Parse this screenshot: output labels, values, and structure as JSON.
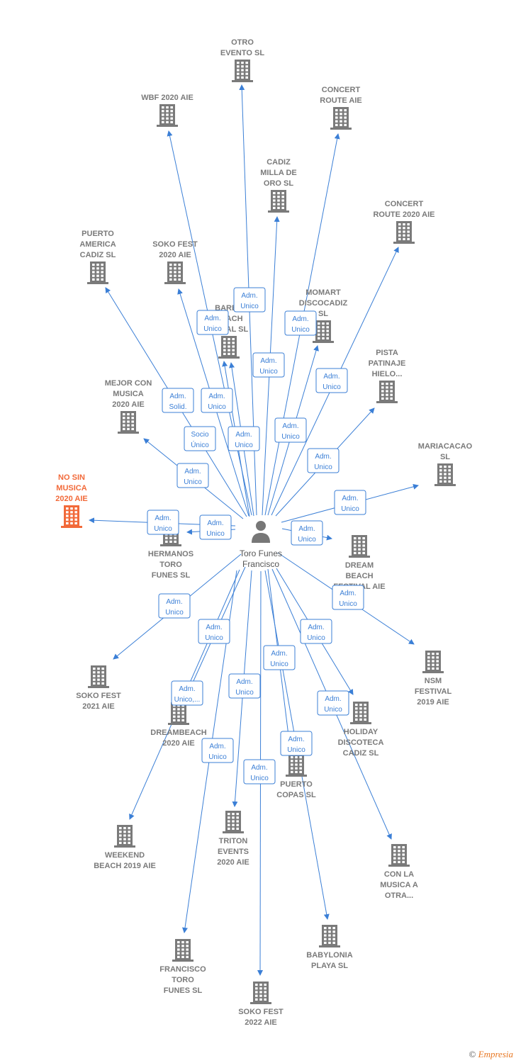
{
  "colors": {
    "edge": "#3b7fd6",
    "building": "#7a7a7a",
    "highlight": "#f26a3a",
    "person": "#777777"
  },
  "person": {
    "label": [
      "Toro Funes",
      "Francisco"
    ],
    "icon": "person-icon"
  },
  "companies": [
    {
      "id": "otro-evento",
      "label": [
        "OTRO",
        "EVENTO  SL"
      ]
    },
    {
      "id": "wbf-2020",
      "label": [
        "WBF 2020 AIE"
      ]
    },
    {
      "id": "concert-route",
      "label": [
        "CONCERT",
        "ROUTE  AIE"
      ]
    },
    {
      "id": "cadiz-milla",
      "label": [
        "CADIZ",
        "MILLA DE",
        "ORO  SL"
      ]
    },
    {
      "id": "concert-route-2020",
      "label": [
        "CONCERT",
        "ROUTE 2020 AIE"
      ]
    },
    {
      "id": "puerto-america",
      "label": [
        "PUERTO",
        "AMERICA",
        "CADIZ  SL"
      ]
    },
    {
      "id": "soko-fest-2020",
      "label": [
        "SOKO FEST",
        "2020  AIE"
      ]
    },
    {
      "id": "barbabeach",
      "label": [
        "BARBA",
        "BEACH",
        "ROYAL  SL"
      ]
    },
    {
      "id": "momart",
      "label": [
        "MOMART",
        "DISCOCADIZ",
        "SL"
      ]
    },
    {
      "id": "pista-patinaje",
      "label": [
        "PISTA",
        "PATINAJE",
        "HIELO..."
      ]
    },
    {
      "id": "mejor-con-musica",
      "label": [
        "MEJOR CON",
        "MUSICA",
        "2020  AIE"
      ]
    },
    {
      "id": "mariacacao",
      "label": [
        "MARIACACAO",
        "SL"
      ]
    },
    {
      "id": "no-sin-musica",
      "label": [
        "NO SIN",
        "MUSICA",
        "2020 AIE"
      ],
      "highlight": true
    },
    {
      "id": "hermanos-toro",
      "label": [
        "HERMANOS",
        "TORO",
        "FUNES  SL"
      ]
    },
    {
      "id": "dream-beach",
      "label": [
        "DREAM",
        "BEACH",
        "FESTIVAL AIE"
      ]
    },
    {
      "id": "soko-fest-2021",
      "label": [
        "SOKO FEST",
        "2021  AIE"
      ]
    },
    {
      "id": "nsm-festival",
      "label": [
        "NSM",
        "FESTIVAL",
        "2019 AIE"
      ]
    },
    {
      "id": "dreambeach-2020",
      "label": [
        "DREAMBEACH",
        "2020 AIE"
      ]
    },
    {
      "id": "holiday-discoteca",
      "label": [
        "HOLIDAY",
        "DISCOTECA",
        "CADIZ  SL"
      ]
    },
    {
      "id": "puerto-copas",
      "label": [
        "PUERTO",
        "COPAS  SL"
      ]
    },
    {
      "id": "weekend-beach",
      "label": [
        "WEEKEND",
        "BEACH 2019 AIE"
      ]
    },
    {
      "id": "triton-events",
      "label": [
        "TRITON",
        "EVENTS",
        "2020 AIE"
      ]
    },
    {
      "id": "con-la-musica",
      "label": [
        "CON LA",
        "MUSICA A",
        "OTRA..."
      ]
    },
    {
      "id": "francisco-toro",
      "label": [
        "FRANCISCO",
        "TORO",
        "FUNES  SL"
      ]
    },
    {
      "id": "babylonia",
      "label": [
        "BABYLONIA",
        "PLAYA  SL"
      ]
    },
    {
      "id": "soko-fest-2022",
      "label": [
        "SOKO FEST",
        "2022 AIE"
      ]
    }
  ],
  "edges": [
    {
      "to": "otro-evento",
      "label": [
        "Adm.",
        "Unico"
      ]
    },
    {
      "to": "wbf-2020",
      "label": [
        "Adm.",
        "Unico"
      ]
    },
    {
      "to": "concert-route",
      "label": [
        "Adm.",
        "Unico"
      ]
    },
    {
      "to": "cadiz-milla",
      "label": [
        "Adm.",
        "Unico"
      ]
    },
    {
      "to": "concert-route-2020",
      "label": [
        "Adm.",
        "Unico"
      ]
    },
    {
      "to": "puerto-america",
      "label": [
        "Adm.",
        "Solid."
      ]
    },
    {
      "to": "soko-fest-2020",
      "label": [
        "Adm.",
        "Unico"
      ]
    },
    {
      "to": "barbabeach",
      "label": [
        "Socio",
        "Único"
      ]
    },
    {
      "to": "barbabeach",
      "label": [
        "Adm.",
        "Unico"
      ]
    },
    {
      "to": "momart",
      "label": [
        "Adm.",
        "Unico"
      ]
    },
    {
      "to": "pista-patinaje",
      "label": [
        "Adm.",
        "Unico"
      ]
    },
    {
      "to": "mejor-con-musica",
      "label": [
        "Adm.",
        "Unico"
      ]
    },
    {
      "to": "mariacacao",
      "label": [
        "Adm.",
        "Unico"
      ]
    },
    {
      "to": "no-sin-musica",
      "label": [
        "Adm.",
        "Unico"
      ]
    },
    {
      "to": "hermanos-toro",
      "label": [
        "Adm.",
        "Unico"
      ]
    },
    {
      "to": "dream-beach",
      "label": [
        "Adm.",
        "Unico"
      ]
    },
    {
      "to": "soko-fest-2021",
      "label": [
        "Adm.",
        "Unico"
      ]
    },
    {
      "to": "nsm-festival",
      "label": [
        "Adm.",
        "Unico"
      ]
    },
    {
      "to": "dreambeach-2020",
      "label": [
        "Adm.",
        "Unico"
      ]
    },
    {
      "to": "holiday-discoteca",
      "label": [
        "Adm.",
        "Unico"
      ]
    },
    {
      "to": "puerto-copas",
      "label": [
        "Adm.",
        "Unico"
      ]
    },
    {
      "to": "weekend-beach",
      "label": [
        "Adm.",
        "Unico,..."
      ]
    },
    {
      "to": "triton-events",
      "label": [
        "Adm.",
        "Unico"
      ]
    },
    {
      "to": "con-la-musica",
      "label": [
        "Adm.",
        "Unico"
      ]
    },
    {
      "to": "francisco-toro",
      "label": [
        "Adm.",
        "Unico"
      ]
    },
    {
      "to": "babylonia",
      "label": [
        "Adm.",
        "Unico"
      ]
    },
    {
      "to": "soko-fest-2022",
      "label": [
        "Adm.",
        "Unico"
      ]
    }
  ],
  "footer": {
    "copyright": "©",
    "brand": "Empresia"
  }
}
